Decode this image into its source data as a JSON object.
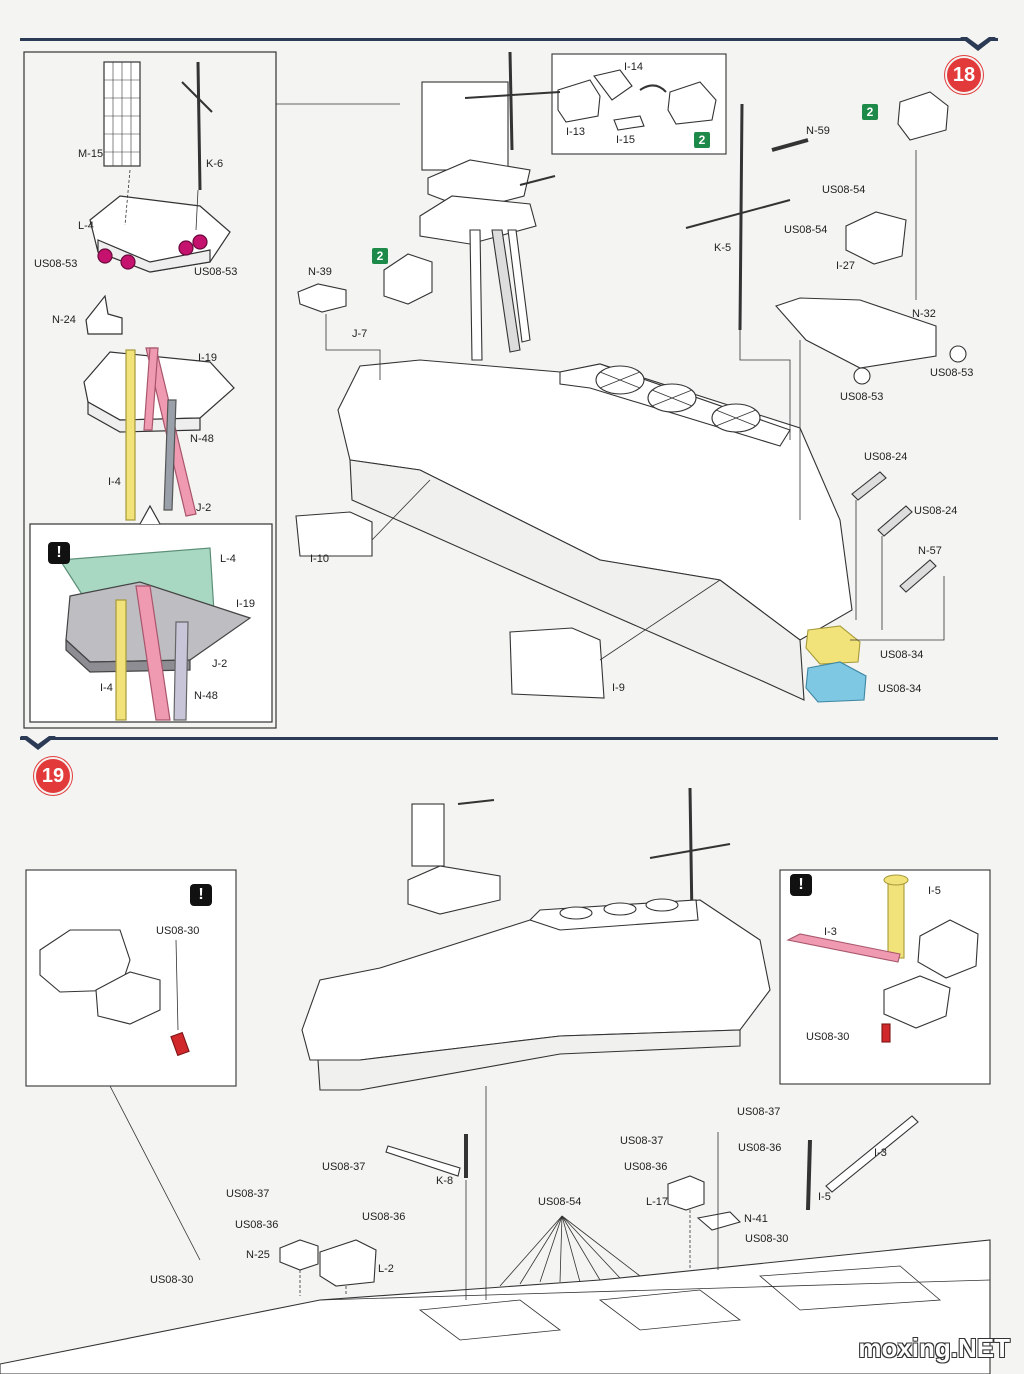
{
  "steps": {
    "step18": "18",
    "step19": "19"
  },
  "badges": {
    "qty_a": "2",
    "qty_b": "2",
    "qty_c": "2"
  },
  "warnings": {
    "w1": "!",
    "w2": "!",
    "w3": "!"
  },
  "labels18": {
    "m15": "M-15",
    "k6": "K-6",
    "l4": "L-4",
    "us0853_a": "US08-53",
    "us0853_b": "US08-53",
    "n24": "N-24",
    "i19": "I-19",
    "n48": "N-48",
    "i4": "I-4",
    "j2": "J-2",
    "inset_l4": "L-4",
    "inset_i19": "I-19",
    "inset_j2": "J-2",
    "inset_i4": "I-4",
    "inset_n48": "N-48",
    "i14": "I-14",
    "i13": "I-13",
    "i15": "I-15",
    "n39": "N-39",
    "j7": "J-7",
    "i10": "I-10",
    "i9": "I-9",
    "n59": "N-59",
    "k5": "K-5",
    "us0854_a": "US08-54",
    "us0854_b": "US08-54",
    "i27": "I-27",
    "n32": "N-32",
    "us0853_c": "US08-53",
    "us0853_d": "US08-53",
    "us0824_a": "US08-24",
    "us0824_b": "US08-24",
    "n57": "N-57",
    "us0834_a": "US08-34",
    "us0834_b": "US08-34"
  },
  "labels19": {
    "us0830_a": "US08-30",
    "i5_a": "I-5",
    "i3_a": "I-3",
    "us0830_b": "US08-30",
    "us0837_a": "US08-37",
    "us0837_b": "US08-37",
    "us0837_c": "US08-37",
    "us0837_d": "US08-37",
    "us0836_a": "US08-36",
    "us0836_b": "US08-36",
    "us0836_c": "US08-36",
    "us0836_d": "US08-36",
    "k8": "K-8",
    "n25": "N-25",
    "l2": "L-2",
    "us0830_c": "US08-30",
    "us0854": "US08-54",
    "l17": "L-17",
    "n41": "N-41",
    "us0830_d": "US08-30",
    "i3_b": "I-3",
    "i5_b": "I-5"
  },
  "watermark": "moxing.NET",
  "colors": {
    "accent": "#2b3a55",
    "step": "#e23a3a",
    "qty": "#1d8a4a",
    "magenta": "#c4126e",
    "pink": "#ef9ab0",
    "yellow": "#f2e27a",
    "green": "#a9d8c2",
    "blue": "#7ec8e3",
    "red": "#d0282b"
  }
}
